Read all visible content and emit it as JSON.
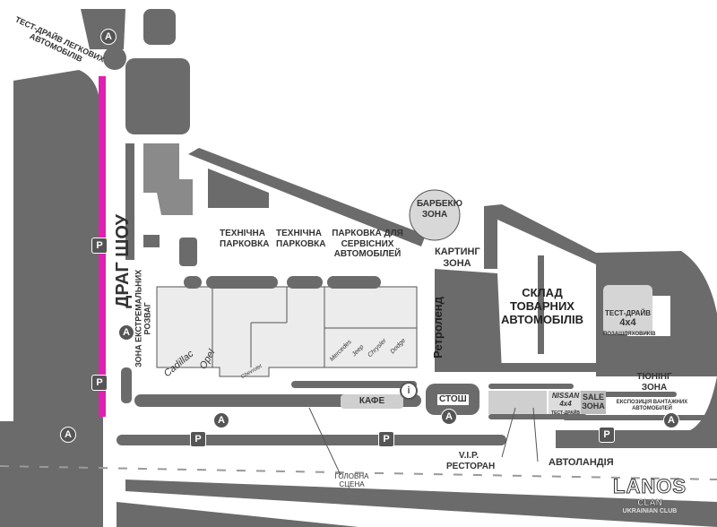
{
  "map": {
    "labels": {
      "test_drive_cars": "ТЕСТ-ДРАЙВ ЛЕГКОВИХ АВТОМОБІЛІВ",
      "drag_show": "ДРАГ ШОУ",
      "extreme_zone": "ЗОНА ЕКСТРЕМАЛЬНИХ РОЗВАГ",
      "tech_parking_1": "ТЕХНІЧНА ПАРКОВКА",
      "tech_parking_2": "ТЕХНІЧНА ПАРКОВКА",
      "service_parking": "ПАРКОВКА ДЛЯ СЕРВІСНИХ АВТОМОБІЛЕЙ",
      "bbq_zone": "БАРБЕКЮ ЗОНА",
      "karting_zone": "КАРТИНГ ЗОНА",
      "retroland": "Ретроленд",
      "warehouse": "СКЛАД ТОВАРНИХ АВТОМОБІЛІВ",
      "test_drive_4x4": "ТЕСТ-ДРАЙВ",
      "test_drive_4x4_sub": "4x4",
      "test_drive_4x4_offroad": "ПОЗАШЛЯХОВИКІВ",
      "tuning_zone": "ТЮНІНГ ЗОНА",
      "sale_zone": "SALE ЗОНА",
      "trucks_expo": "ЕКСПОЗИЦІЯ ВАНТАЖНИХ АВТОМОБІЛЕЙ",
      "nissan": "NISSAN",
      "nissan_4x4": "4x4",
      "nissan_test_drive": "ТЕСТ-ДРАЙВ",
      "cafe": "КАФЕ",
      "sto": "СТОШ",
      "vip_restaurant": "V.I.P. РЕСТОРАН",
      "autolandia": "АВТОЛАНДІЯ",
      "main_stage": "ГОЛОВНА СЦЕНА"
    },
    "brands": [
      "Cadillac",
      "Opel",
      "Chevrolet",
      "Mercedes",
      "Jeep",
      "Chrysler",
      "Dodge"
    ],
    "markers": {
      "a": "A",
      "p": "P",
      "info": "i"
    },
    "logo": {
      "name": "LANOS",
      "sub": "CLAN",
      "tagline": "UKRAINIAN CLUB"
    },
    "colors": {
      "road": "#6b6b6b",
      "drag_strip": "#e020b0",
      "hall": "#ececec"
    }
  }
}
